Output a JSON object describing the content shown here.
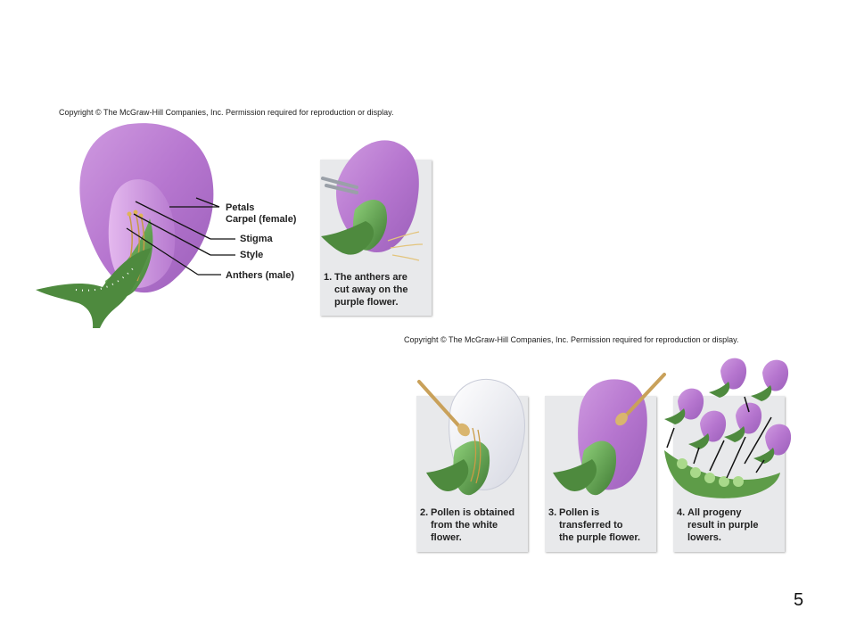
{
  "copyright_top": "Copyright © The McGraw-Hill Companies, Inc. Permission required for reproduction or display.",
  "copyright_bottom": "Copyright © The McGraw-Hill Companies, Inc. Permission required for reproduction or display.",
  "labels": {
    "petals": "Petals",
    "carpel": "Carpel (female)",
    "stigma": "Stigma",
    "style": "Style",
    "anthers": "Anthers (male)"
  },
  "steps": [
    {
      "num": "1.",
      "lines": [
        "The anthers are",
        "cut away on the",
        "purple flower."
      ]
    },
    {
      "num": "2.",
      "lines": [
        "Pollen is obtained",
        "from the white",
        "flower."
      ]
    },
    {
      "num": "3.",
      "lines": [
        "Pollen is",
        "transferred to",
        "the purple flower."
      ]
    },
    {
      "num": "4.",
      "lines": [
        "All progeny",
        "result in purple",
        "lowers."
      ]
    }
  ],
  "page_number": "5",
  "colors": {
    "petal_purple": "#b77ad0",
    "petal_light": "#d9a7e6",
    "white_petal": "#f2f2f6",
    "leaf_green": "#4e8a3e",
    "carpel_green": "#7fbf6a",
    "panel_gray": "#e8e9eb"
  }
}
